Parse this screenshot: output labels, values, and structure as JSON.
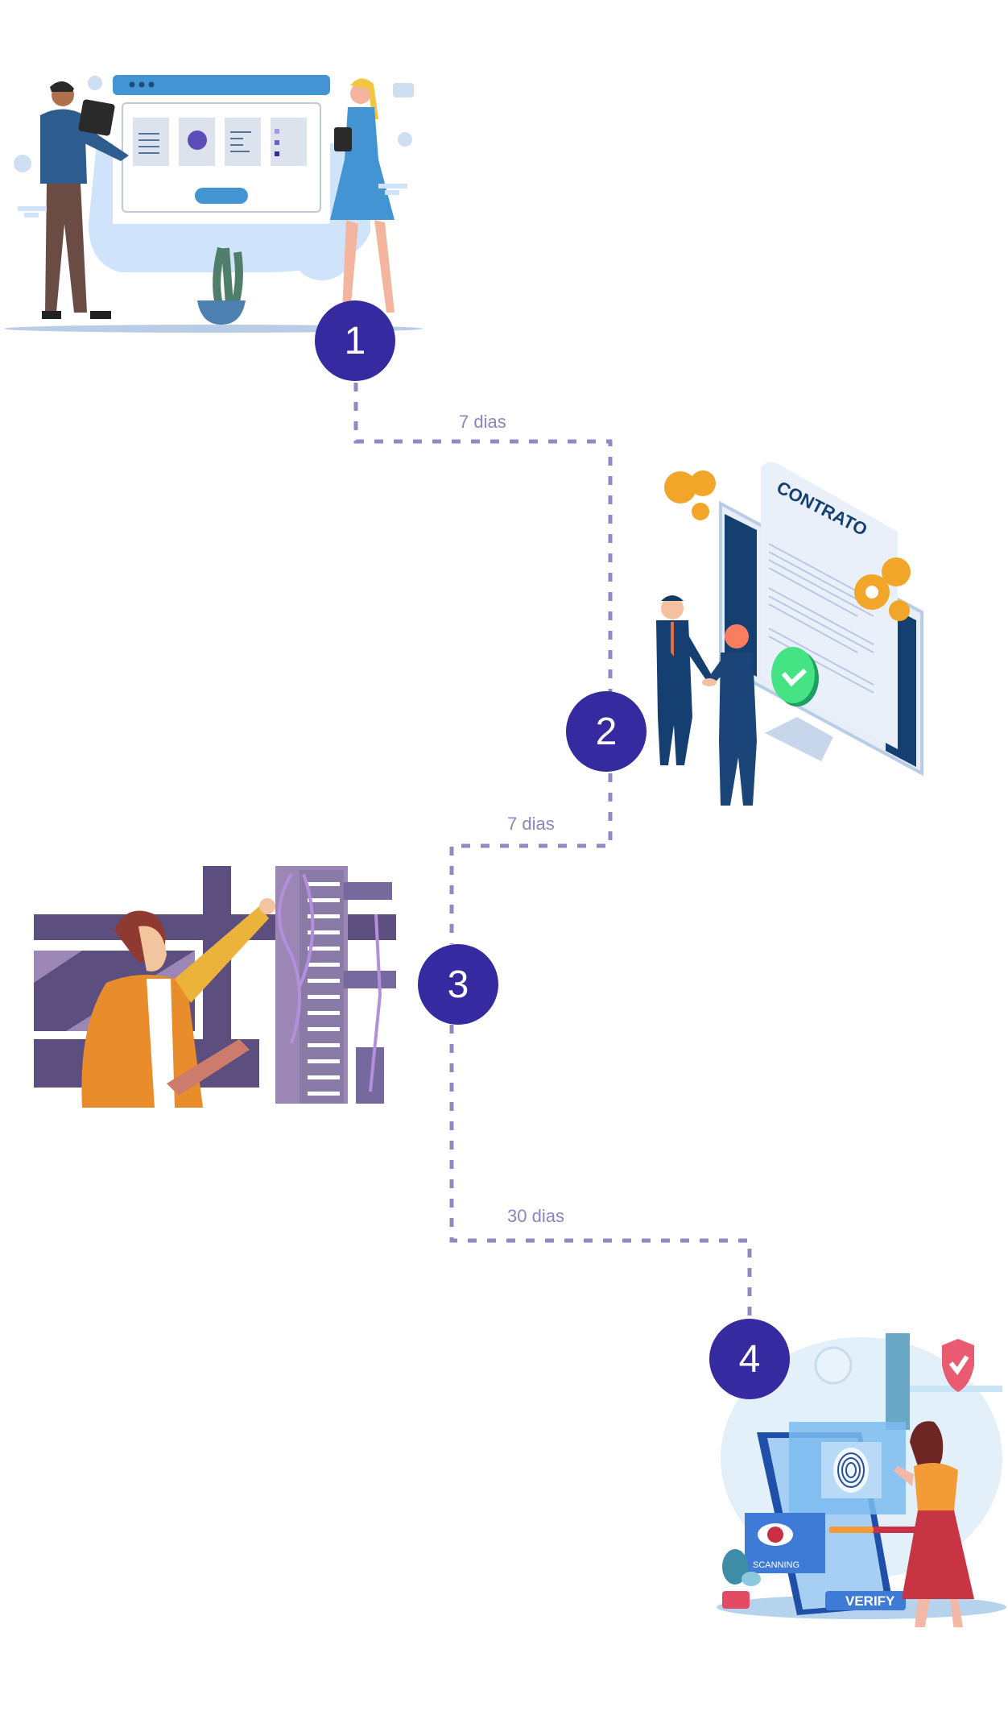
{
  "colors": {
    "step_fill": "#352aa0",
    "step_text": "#ffffff",
    "connector": "#9189c3",
    "duration_text": "#8b84bf"
  },
  "steps": [
    {
      "number": "1",
      "illustration": "team-presenting-documents-on-browser-window"
    },
    {
      "number": "2",
      "illustration": "business-handshake-contract-approved"
    },
    {
      "number": "3",
      "illustration": "technician-installing-server-rack-cables"
    },
    {
      "number": "4",
      "illustration": "woman-fingerprint-verification-on-phone"
    }
  ],
  "durations": [
    {
      "label": "7 dias"
    },
    {
      "label": "7 dias"
    },
    {
      "label": "30 dias"
    }
  ],
  "illustration_text": {
    "contract_title": "CONTRATO",
    "scanning_label": "SCANNING",
    "verify_button": "VERIFY"
  }
}
